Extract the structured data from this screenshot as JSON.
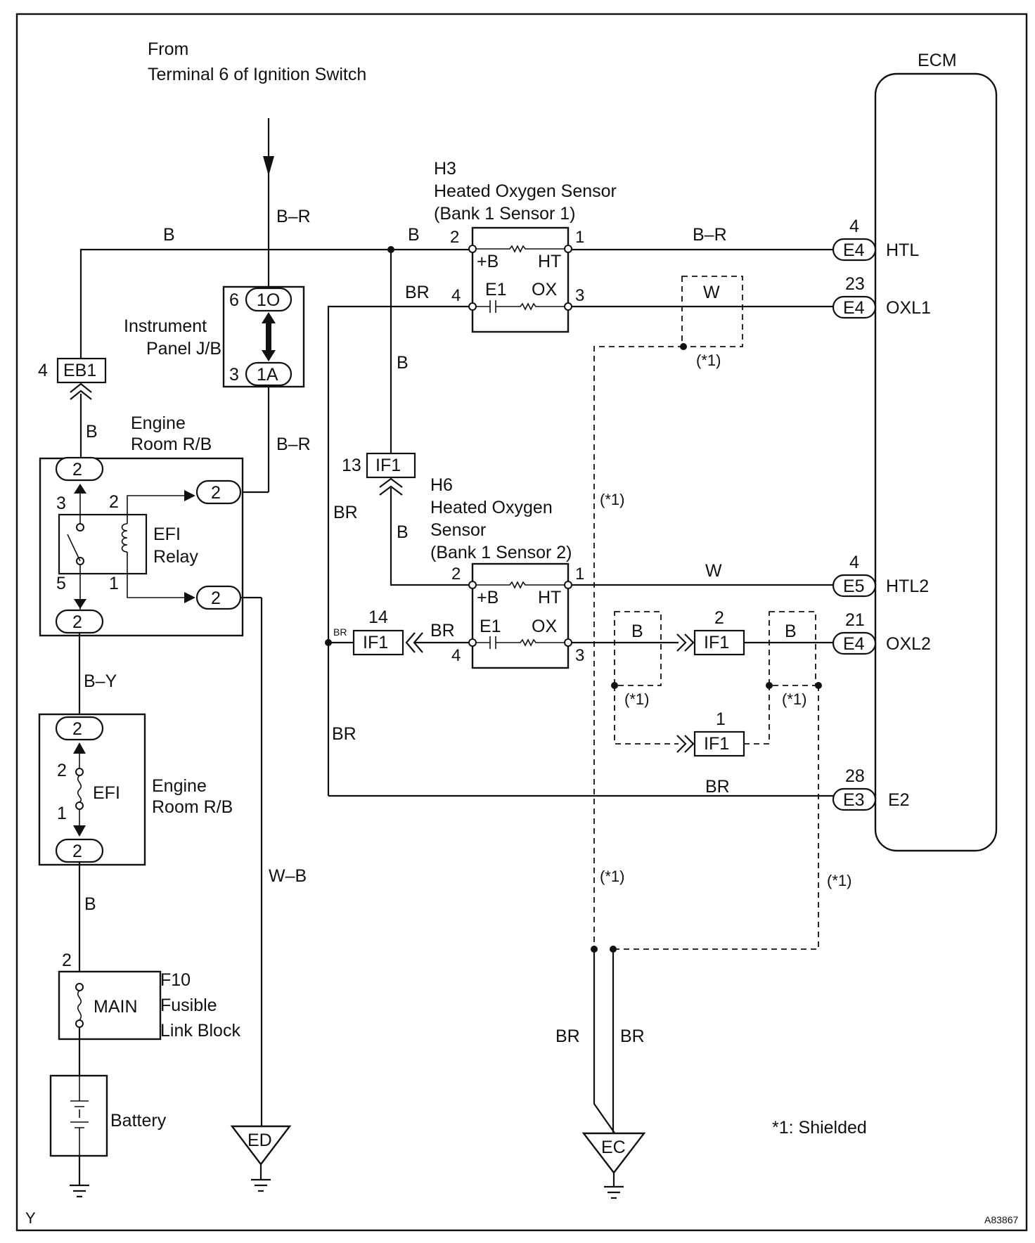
{
  "source": {
    "line1": "From",
    "line2": "Terminal 6 of Ignition Switch"
  },
  "ecm": {
    "title": "ECM"
  },
  "sensor1": {
    "id": "H3",
    "name": "Heated Oxygen Sensor",
    "bank": "(Bank 1 Sensor 1)",
    "pin_b": "+B",
    "pin_ht": "HT",
    "pin_e1": "E1",
    "pin_ox": "OX"
  },
  "sensor2": {
    "id": "H6",
    "name1": "Heated Oxygen",
    "name2": "Sensor",
    "bank": "(Bank 1 Sensor 2)",
    "pin_b": "+B",
    "pin_ht": "HT",
    "pin_e1": "E1",
    "pin_ox": "OX"
  },
  "ecm_terminals": [
    {
      "pin": "4",
      "connector": "E4",
      "name": "HTL"
    },
    {
      "pin": "23",
      "connector": "E4",
      "name": "OXL1"
    },
    {
      "pin": "4",
      "connector": "E5",
      "name": "HTL2"
    },
    {
      "pin": "21",
      "connector": "E4",
      "name": "OXL2"
    },
    {
      "pin": "28",
      "connector": "E3",
      "name": "E2"
    }
  ],
  "instrument_panel": {
    "label1": "Instrument",
    "label2": "Panel J/B",
    "top_conn": "1O",
    "top_pin": "6",
    "bot_conn": "1A",
    "bot_pin": "3"
  },
  "eb1": {
    "pin": "4",
    "name": "EB1"
  },
  "engine_room_rb1": {
    "label1": "Engine",
    "label2": "Room R/B",
    "relay1": "EFI",
    "relay2": "Relay",
    "c2": "2",
    "p3": "3",
    "p2": "2",
    "p5": "5",
    "p1": "1"
  },
  "engine_room_rb2": {
    "label1": "Engine",
    "label2": "Room R/B",
    "fuse": "EFI",
    "c2": "2",
    "p2": "2",
    "p1": "1"
  },
  "fusible": {
    "pin": "2",
    "id": "F10",
    "label1": "Fusible",
    "label2": "Link Block",
    "fuse": "MAIN"
  },
  "battery": {
    "label": "Battery"
  },
  "grounds": {
    "ed": "ED",
    "ec": "EC"
  },
  "if1": {
    "name": "IF1",
    "pin13": "13",
    "pin14": "14",
    "pin2": "2",
    "pin1": "1"
  },
  "wires": {
    "br_r": "B–R",
    "b": "B",
    "br": "BR",
    "w": "W",
    "b_y": "B–Y",
    "w_b": "W–B",
    "br_small": "BR"
  },
  "shield": {
    "mark": "(*1)",
    "note": "*1: Shielded"
  },
  "pins": {
    "p1": "1",
    "p2": "2",
    "p3": "3",
    "p4": "4"
  },
  "corner": {
    "left": "Y",
    "right": "A83867"
  }
}
